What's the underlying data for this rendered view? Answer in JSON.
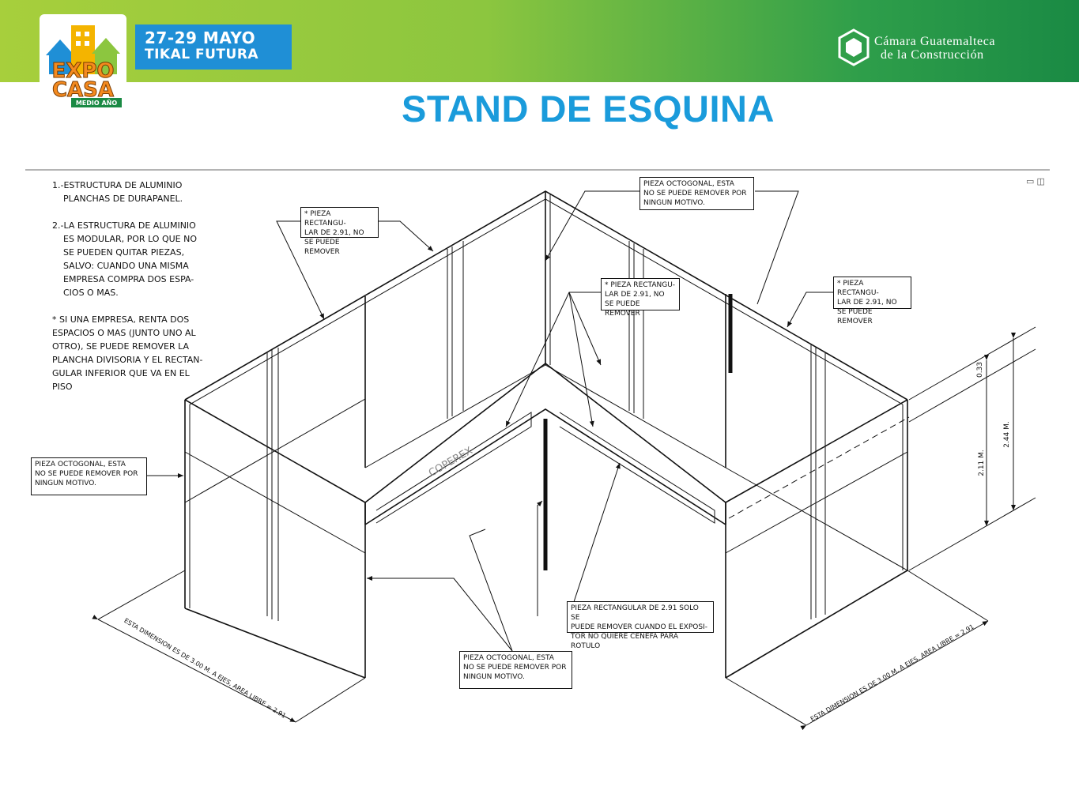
{
  "header": {
    "logo": {
      "line1": "EXPO",
      "line2": "CASA",
      "ribbon": "MEDIO AÑO"
    },
    "event_dates": "27-29 MAYO",
    "event_venue": "TIKAL FUTURA",
    "org_line1": "Cámara Guatemalteca",
    "org_line2": "de la Construcción"
  },
  "page_title": "STAND DE ESQUINA",
  "notes": {
    "n1_l1": "1.-ESTRUCTURA DE ALUMINIO",
    "n1_l2": "PLANCHAS DE DURAPANEL.",
    "n2_l1": "2.-LA ESTRUCTURA DE ALUMINIO",
    "n2_l2": "ES MODULAR, POR LO QUE NO",
    "n2_l3": "SE PUEDEN QUITAR PIEZAS,",
    "n2_l4": "SALVO: CUANDO UNA MISMA",
    "n2_l5": "EMPRESA COMPRA DOS ESPA-",
    "n2_l6": "CIOS O MAS.",
    "n3_l1": "*   SI UNA EMPRESA, RENTA DOS",
    "n3_l2": "ESPACIOS O MAS (JUNTO UNO AL",
    "n3_l3": "OTRO), SE PUEDE REMOVER LA",
    "n3_l4": "PLANCHA DIVISORIA Y EL RECTAN-",
    "n3_l5": "GULAR INFERIOR QUE VA EN EL",
    "n3_l6": "PISO"
  },
  "callouts": {
    "rect_left": [
      "* PIEZA RECTANGU-",
      "LAR DE 2.91, NO",
      "SE PUEDE REMOVER"
    ],
    "oct_top": [
      "PIEZA  OCTOGONAL,  ESTA",
      "NO SE PUEDE REMOVER POR",
      "NINGUN MOTIVO."
    ],
    "rect_center": [
      "* PIEZA RECTANGU-",
      "LAR DE 2.91, NO",
      "SE PUEDE REMOVER"
    ],
    "rect_right": [
      "* PIEZA RECTANGU-",
      "LAR DE 2.91, NO",
      "SE PUEDE REMOVER"
    ],
    "oct_left": [
      "PIEZA  OCTOGONAL,  ESTA",
      "NO SE PUEDE REMOVER POR",
      "NINGUN MOTIVO."
    ],
    "rect_bottom": [
      "PIEZA  RECTANGULAR DE 2.91 SOLO SE",
      "PUEDE REMOVER CUANDO EL  EXPOSI-",
      "TOR NO QUIERE CENEFA PARA ROTULO"
    ],
    "oct_bottom": [
      "PIEZA  OCTOGONAL,  ESTA",
      "NO SE PUEDE REMOVER POR",
      "NINGUN MOTIVO."
    ]
  },
  "dimensions": {
    "d033": "0.33",
    "d211": "2.11 M.",
    "d244": "2.44 M.",
    "dim_left": "ESTA DIMENSION ES DE 3.00 M. A EJES, AREA LIBRE = 2.91",
    "dim_right": "ESTA DIMENSION ES DE 3.00 M. A EJES, AREA LIBRE = 2.91"
  },
  "fascia_label": "COPEREX",
  "colors": {
    "title": "#1a9bdb",
    "date_box": "#1f8fd6",
    "band_start": "#a7cf3c",
    "band_end": "#1a8a44"
  },
  "icons": [
    "minimize-icon",
    "restore-icon"
  ]
}
